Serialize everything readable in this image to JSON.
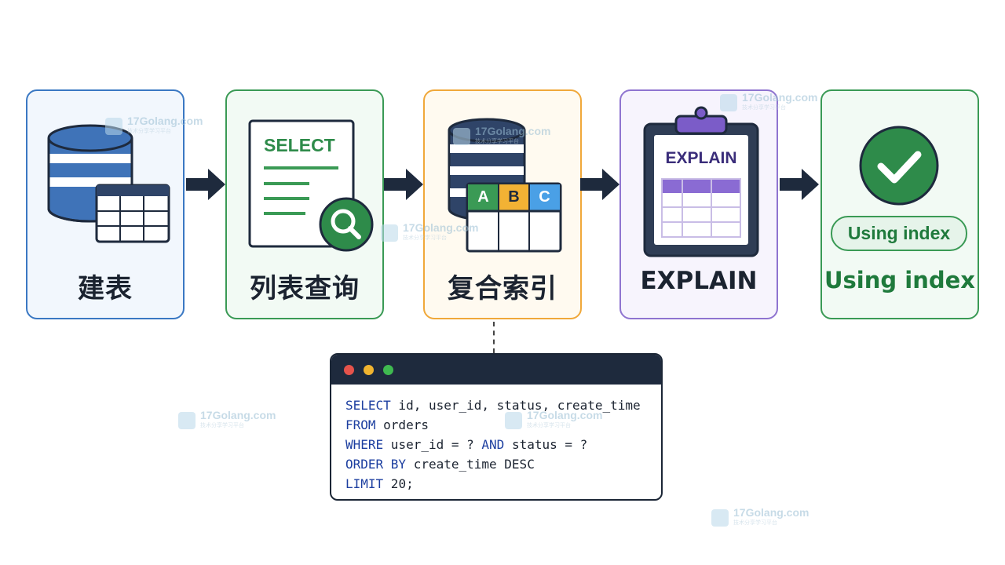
{
  "steps": [
    {
      "label": "建表",
      "color": "#3a78c3",
      "bg": "#f2f7fd"
    },
    {
      "label": "列表查询",
      "color": "#3a9a55",
      "bg": "#f2faf4"
    },
    {
      "label": "复合索引",
      "color": "#f0a83a",
      "bg": "#fffaf0"
    },
    {
      "label": "EXPLAIN",
      "color": "#8f74d0",
      "bg": "#f7f4fd"
    },
    {
      "label": "Using index",
      "color": "#3a9a55",
      "bg": "#f2faf4"
    }
  ],
  "icons": {
    "select_doc_text": "SELECT",
    "index_columns": [
      "A",
      "B",
      "C"
    ],
    "explain_clipboard_text": "EXPLAIN",
    "using_index_badge": "Using index"
  },
  "sql": {
    "line1_kw": "SELECT",
    "line1_rest": " id, user_id, status, create_time",
    "line2_kw": "FROM",
    "line2_rest": " orders",
    "line3_kw": "WHERE",
    "line3_mid": " user_id = ? ",
    "line3_kw2": "AND",
    "line3_rest": " status = ?",
    "line4_kw": "ORDER BY",
    "line4_rest": " create_time DESC",
    "line5_kw": "LIMIT",
    "line5_rest": " 20;"
  },
  "watermark": {
    "text": "17Golang.com",
    "sub": "技术分享学习平台"
  },
  "colors": {
    "arrow": "#1e2a3d",
    "db_blue": "#3f73b8",
    "db_navy": "#2f4468",
    "green": "#2e8b4a",
    "purple": "#6b4bbf"
  }
}
